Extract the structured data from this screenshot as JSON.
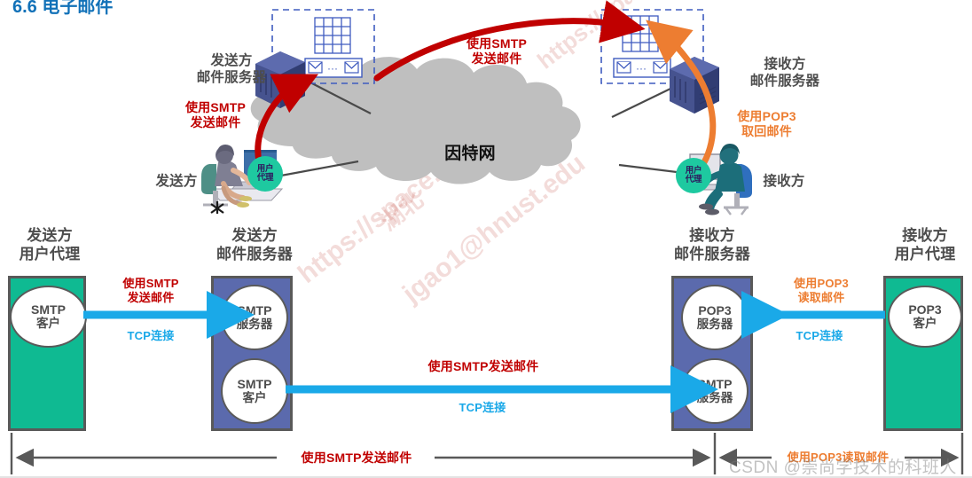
{
  "header": {
    "title": "6.6  电子邮件"
  },
  "top_diagram": {
    "internet_cloud": "因特网",
    "sender_server_label": "发送方\n邮件服务器",
    "sender_server_line1": "发送方",
    "sender_server_line2": "邮件服务器",
    "receiver_server_line1": "接收方",
    "receiver_server_line2": "邮件服务器",
    "sender_label": "发送方",
    "receiver_label": "接收方",
    "user_agent_left_l1": "用户",
    "user_agent_left_l2": "代理",
    "user_agent_right_l1": "用户",
    "user_agent_right_l2": "代理",
    "red_left_l1": "使用SMTP",
    "red_left_l2": "发送邮件",
    "red_mid_l1": "使用SMTP",
    "red_mid_l2": "发送邮件",
    "orange_right_l1": "使用POP3",
    "orange_right_l2": "取回邮件",
    "mail_dots": "···"
  },
  "bottom_diagram": {
    "columns": [
      {
        "title_l1": "发送方",
        "title_l2": "用户代理",
        "color": "#0fba92",
        "nodes": [
          {
            "l1": "SMTP",
            "l2": "客户"
          }
        ]
      },
      {
        "title_l1": "发送方",
        "title_l2": "邮件服务器",
        "color": "#5b6aad",
        "nodes": [
          {
            "l1": "SMTP",
            "l2": "服务器"
          },
          {
            "l1": "SMTP",
            "l2": "客户"
          }
        ]
      },
      {
        "title_l1": "接收方",
        "title_l2": "邮件服务器",
        "color": "#5b6aad",
        "nodes": [
          {
            "l1": "POP3",
            "l2": "服务器"
          },
          {
            "l1": "SMTP",
            "l2": "服务器"
          }
        ]
      },
      {
        "title_l1": "接收方",
        "title_l2": "用户代理",
        "color": "#0fba92",
        "nodes": [
          {
            "l1": "POP3",
            "l2": "客户"
          }
        ]
      }
    ],
    "link1_title_l1": "使用SMTP",
    "link1_title_l2": "发送邮件",
    "link1_sub": "TCP连接",
    "link2_title": "使用SMTP发送邮件",
    "link2_sub": "TCP连接",
    "link3_title_l1": "使用POP3",
    "link3_title_l2": "读取邮件",
    "link3_sub": "TCP连接",
    "span_smtp": "使用SMTP发送邮件",
    "span_pop3": "使用POP3读取邮件"
  },
  "watermarks": {
    "csdn": "CSDN @崇尚学技术的科班人",
    "diag_line1": "湖北",
    "diag_line2": "https://space.bilibili.com",
    "diag_line3": "jgao1@hnust.edu"
  },
  "colors": {
    "red": "#c00000",
    "orange": "#ed7d31",
    "blue_arrow": "#1aa9e8",
    "teal": "#0fba92",
    "purple": "#5b6aad",
    "gray_text": "#4d4d4d",
    "cloud": "#bfbfbf",
    "dashed_box": "#3f5bbf",
    "header_blue": "#1171b8"
  }
}
